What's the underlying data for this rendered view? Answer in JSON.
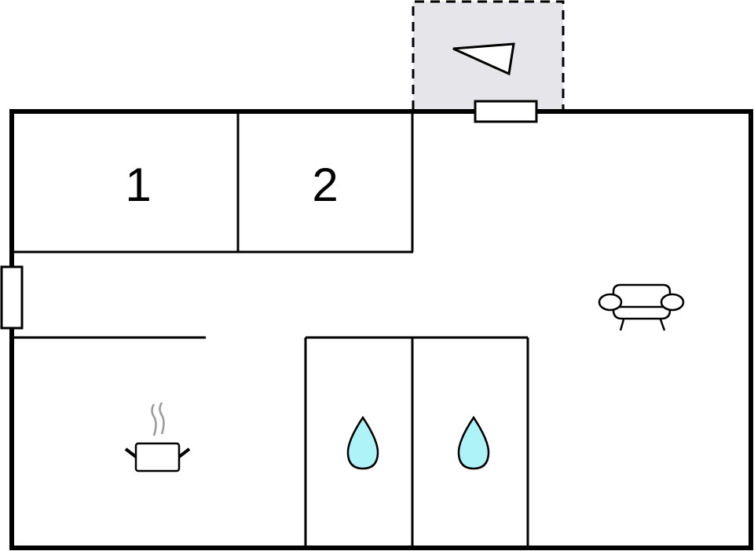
{
  "diagram": {
    "type": "floor-plan",
    "colors": {
      "wall": "#000000",
      "background": "#ffffff",
      "terrace_fill": "#e5e5ea",
      "water_drop_fill": "#aef3f7",
      "steam": "#999999"
    },
    "rooms": [
      {
        "id": "bedroom-1",
        "label": "1"
      },
      {
        "id": "bedroom-2",
        "label": "2"
      }
    ],
    "icons": [
      {
        "name": "terrace-triangle-icon",
        "area": "terrace"
      },
      {
        "name": "sofa-icon",
        "area": "living-room"
      },
      {
        "name": "cooking-pot-icon",
        "area": "kitchen"
      },
      {
        "name": "water-drop-icon",
        "area": "bathroom-1"
      },
      {
        "name": "water-drop-icon",
        "area": "bathroom-2"
      }
    ],
    "doors": [
      {
        "name": "top-entrance-door",
        "wall": "top"
      },
      {
        "name": "left-side-door",
        "wall": "left"
      }
    ]
  }
}
